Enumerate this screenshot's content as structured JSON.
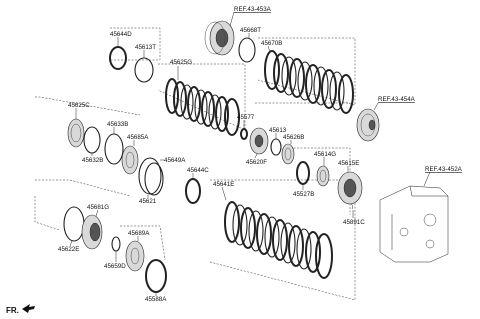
{
  "parts": {
    "p45644D": "45644D",
    "p45613T": "45613T",
    "p45625G": "45625G",
    "p45668T": "45668T",
    "p45670B": "45670B",
    "p45625C": "45625C",
    "p45633B": "45633B",
    "p45632B": "45632B",
    "p45685A": "45685A",
    "p45577": "45577",
    "p45613": "45613",
    "p45626B": "45626B",
    "p45620F": "45620F",
    "p45614G": "45614G",
    "p45615E": "45615E",
    "p45527B": "45527B",
    "p45891C": "45891C",
    "p45649A": "45649A",
    "p45644C": "45644C",
    "p45621": "45621",
    "p45641E": "45641E",
    "p45681G": "45681G",
    "p45622E": "45622E",
    "p45689A": "45689A",
    "p45659D": "45659D",
    "p45588A": "45588A"
  },
  "refs": {
    "r453A": "REF.43-453A",
    "r454A": "REF.43-454A",
    "r452A": "REF.43-452A"
  },
  "footer": {
    "fr": "FR."
  }
}
